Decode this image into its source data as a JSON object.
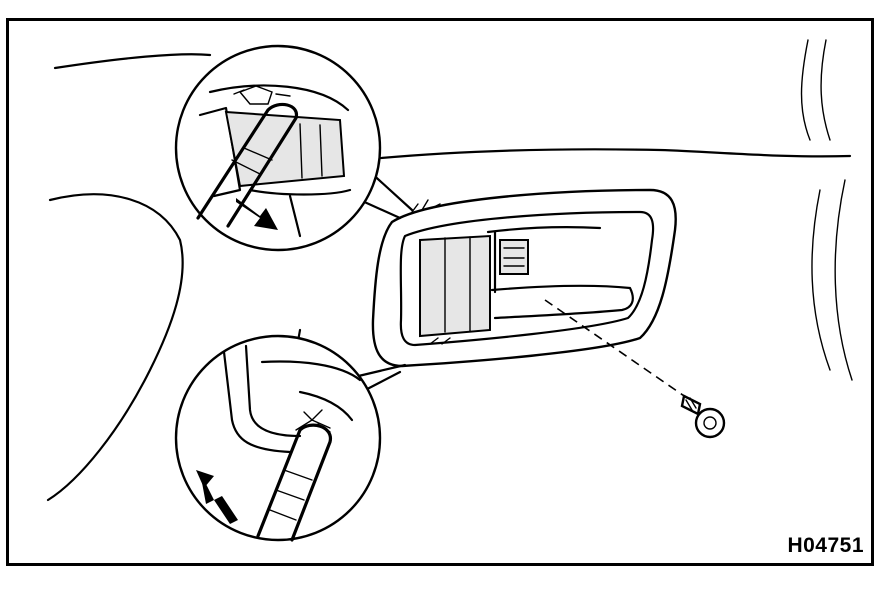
{
  "figure": {
    "code": "H04751",
    "icons": {
      "door_panel": "door-panel-outline",
      "handle_bezel": "inside-handle-bezel",
      "screw": "screw-icon",
      "detail_top": "magnifier-detail-top",
      "detail_bottom": "magnifier-detail-bottom",
      "arrow_down": "arrow-down-right-icon",
      "arrow_up": "arrow-up-left-icon"
    },
    "colors": {
      "line": "#000000",
      "background": "#ffffff",
      "shade": "#e6e6e6"
    }
  }
}
